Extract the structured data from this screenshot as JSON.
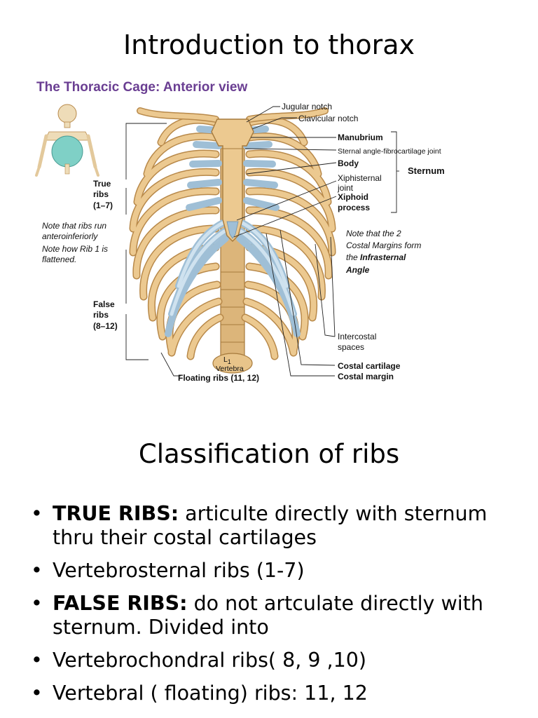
{
  "title": "Introduction to thorax",
  "figure": {
    "title": "The Thoracic Cage: Anterior view",
    "labels": {
      "jugular_notch": "Jugular notch",
      "clavicular_notch": "Clavicular notch",
      "manubrium": "Manubrium",
      "sternal_angle": "Sternal angle-fibrocartilage joint",
      "body": "Body",
      "sternum": "Sternum",
      "xiphisternal_joint_1": "Xiphisternal",
      "xiphisternal_joint_2": "joint",
      "xiphoid_process_1": "Xiphoid",
      "xiphoid_process_2": "process",
      "true_ribs_1": "True",
      "true_ribs_2": "ribs",
      "true_ribs_3": "(1–7)",
      "false_ribs_1": "False",
      "false_ribs_2": "ribs",
      "false_ribs_3": "(8–12)",
      "note_left_1": "Note that ribs run",
      "note_left_2": "anteroinferiorly",
      "note_left_3": "Note how Rib 1 is",
      "note_left_4": "flattened.",
      "note_right_1": "Note that the 2",
      "note_right_2": "Costal Margins form",
      "note_right_3": "the",
      "note_right_3b": "Infrasternal",
      "note_right_4": "Angle",
      "intercostal_1": "Intercostal",
      "intercostal_2": "spaces",
      "costal_cartilage": "Costal cartilage",
      "costal_margin": "Costal margin",
      "floating_ribs": "Floating ribs (11, 12)",
      "vertebra_1": "L",
      "vertebra_1_sub": "1",
      "vertebra_2": "Vertebra"
    }
  },
  "section2_title": "Classification of ribs",
  "bullets": [
    {
      "bold": "TRUE RIBS:",
      "text": " articulte directly with sternum thru their costal cartilages"
    },
    {
      "bold": "",
      "text": "Vertebrosternal ribs (1-7)"
    },
    {
      "bold": "FALSE RIBS:",
      "text": " do not artculate directly with sternum. Divided into"
    },
    {
      "bold": "",
      "text": "Vertebrochondral ribs( 8, 9 ,10)"
    },
    {
      "bold": "",
      "text": "Vertebral ( floating) ribs: 11, 12"
    }
  ],
  "bullet_symbol": "•",
  "colors": {
    "bone": "#e8c48a",
    "bone_edge": "#b8894a",
    "cartilage": "#aecbe0",
    "title_purple": "#6a3e92"
  }
}
